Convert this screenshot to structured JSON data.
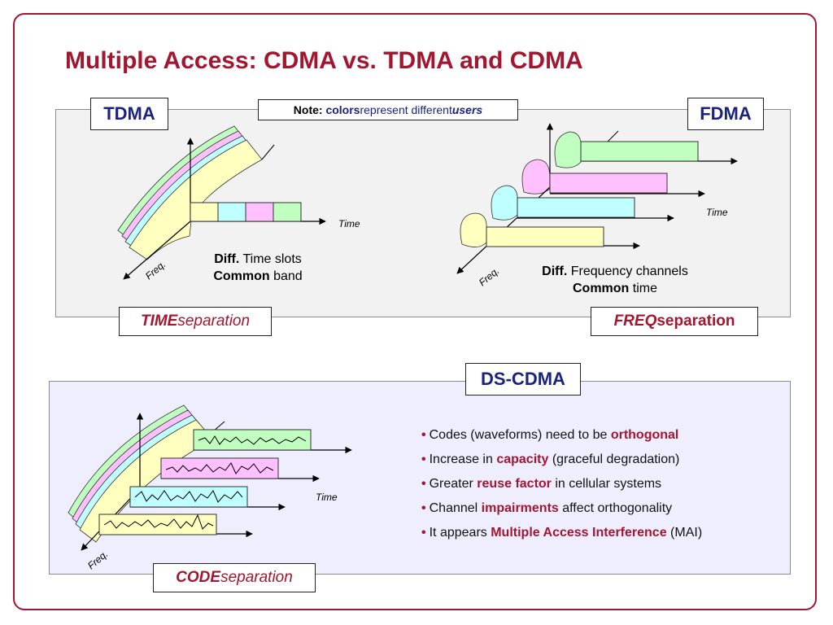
{
  "title": "Multiple Access: CDMA vs. TDMA and CDMA",
  "tdma": {
    "label": "TDMA",
    "time_axis": "Time",
    "freq_axis": "Freq.",
    "diff_bold": "Diff.",
    "diff_text": " Time slots",
    "common_bold": "Common",
    "common_text": " band",
    "sep_em": "TIME",
    "sep_text": " separation"
  },
  "note": {
    "bold": "Note:",
    "colors_word": "colors",
    "middle": " represent different ",
    "users_word": "users"
  },
  "fdma": {
    "label": "FDMA",
    "time_axis": "Time",
    "freq_axis": "Freq.",
    "diff_bold": "Diff.",
    "diff_text": " Frequency channels",
    "common_bold": "Common",
    "common_text": " time",
    "sep_em": "FREQ",
    "sep_text": " separation"
  },
  "cdma": {
    "label": "DS-CDMA",
    "time_axis": "Time",
    "freq_axis": "Freq.",
    "sep_em": "CODE",
    "sep_text": " separation",
    "bullets": [
      {
        "pre": "Codes (waveforms) need to be ",
        "hl": "orthogonal",
        "post": ""
      },
      {
        "pre": "Increase in ",
        "hl": "capacity",
        "post": " (graceful degradation)"
      },
      {
        "pre": "Greater ",
        "hl": "reuse factor",
        "post": " in cellular systems"
      },
      {
        "pre": "Channel ",
        "hl": "impairments",
        "post": " affect orthogonality"
      },
      {
        "pre": "It appears ",
        "hl": "Multiple Access Interference",
        "post": " (MAI)"
      }
    ]
  },
  "colors": {
    "user1": "#ffffc0",
    "user2": "#c0ffff",
    "user3": "#ffc0ff",
    "user4": "#c0ffc0",
    "accent": "#a31630",
    "header": "#1a237e"
  }
}
